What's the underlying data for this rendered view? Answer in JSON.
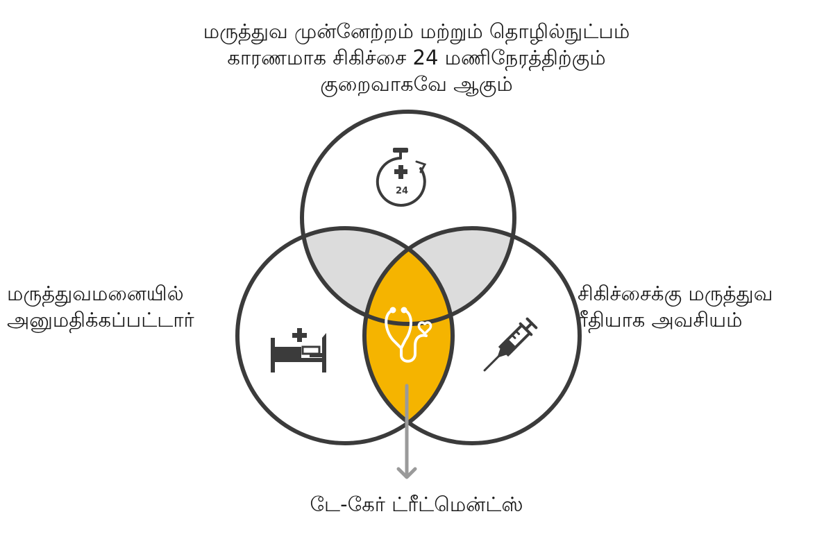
{
  "top_label": {
    "lines": [
      "மருத்துவ முன்னேற்றம் மற்றும் தொழில்நுட்பம்",
      "காரணமாக சிகிச்சை 24 மணிநேரத்திற்கும்",
      "குறைவாகவே ஆகும்"
    ]
  },
  "left_label": {
    "lines": [
      "மருத்துவமனையில்",
      "அனுமதிக்கப்பட்டார்"
    ]
  },
  "right_label": {
    "lines": [
      "சிகிச்சைக்கு மருத்துவ",
      "ரீதியாக அவசியம்"
    ]
  },
  "bottom_label": "டே-கேர் ட்ரீட்மென்ட்ஸ்",
  "timer_text": "24",
  "colors": {
    "outline": "#3b3b3b",
    "pair_overlap": "#dcdcdc",
    "center_overlap": "#f5b400",
    "arrow": "#9a9a9a",
    "icon": "#3b3b3b",
    "center_icon": "#ffffff"
  },
  "icons": {
    "top": "stopwatch-24-medical-icon",
    "left": "hospital-bed-icon",
    "right": "syringe-icon",
    "center": "stethoscope-icon"
  }
}
